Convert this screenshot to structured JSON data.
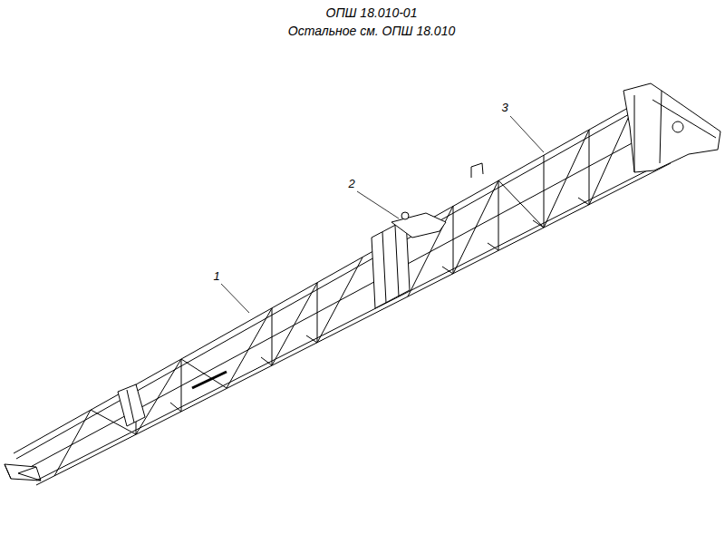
{
  "diagram": {
    "title": "ОПШ 18.010-01",
    "labels": [
      "Остальное см. ОПШ 18.010",
      "3",
      "2",
      "1"
    ]
  }
}
